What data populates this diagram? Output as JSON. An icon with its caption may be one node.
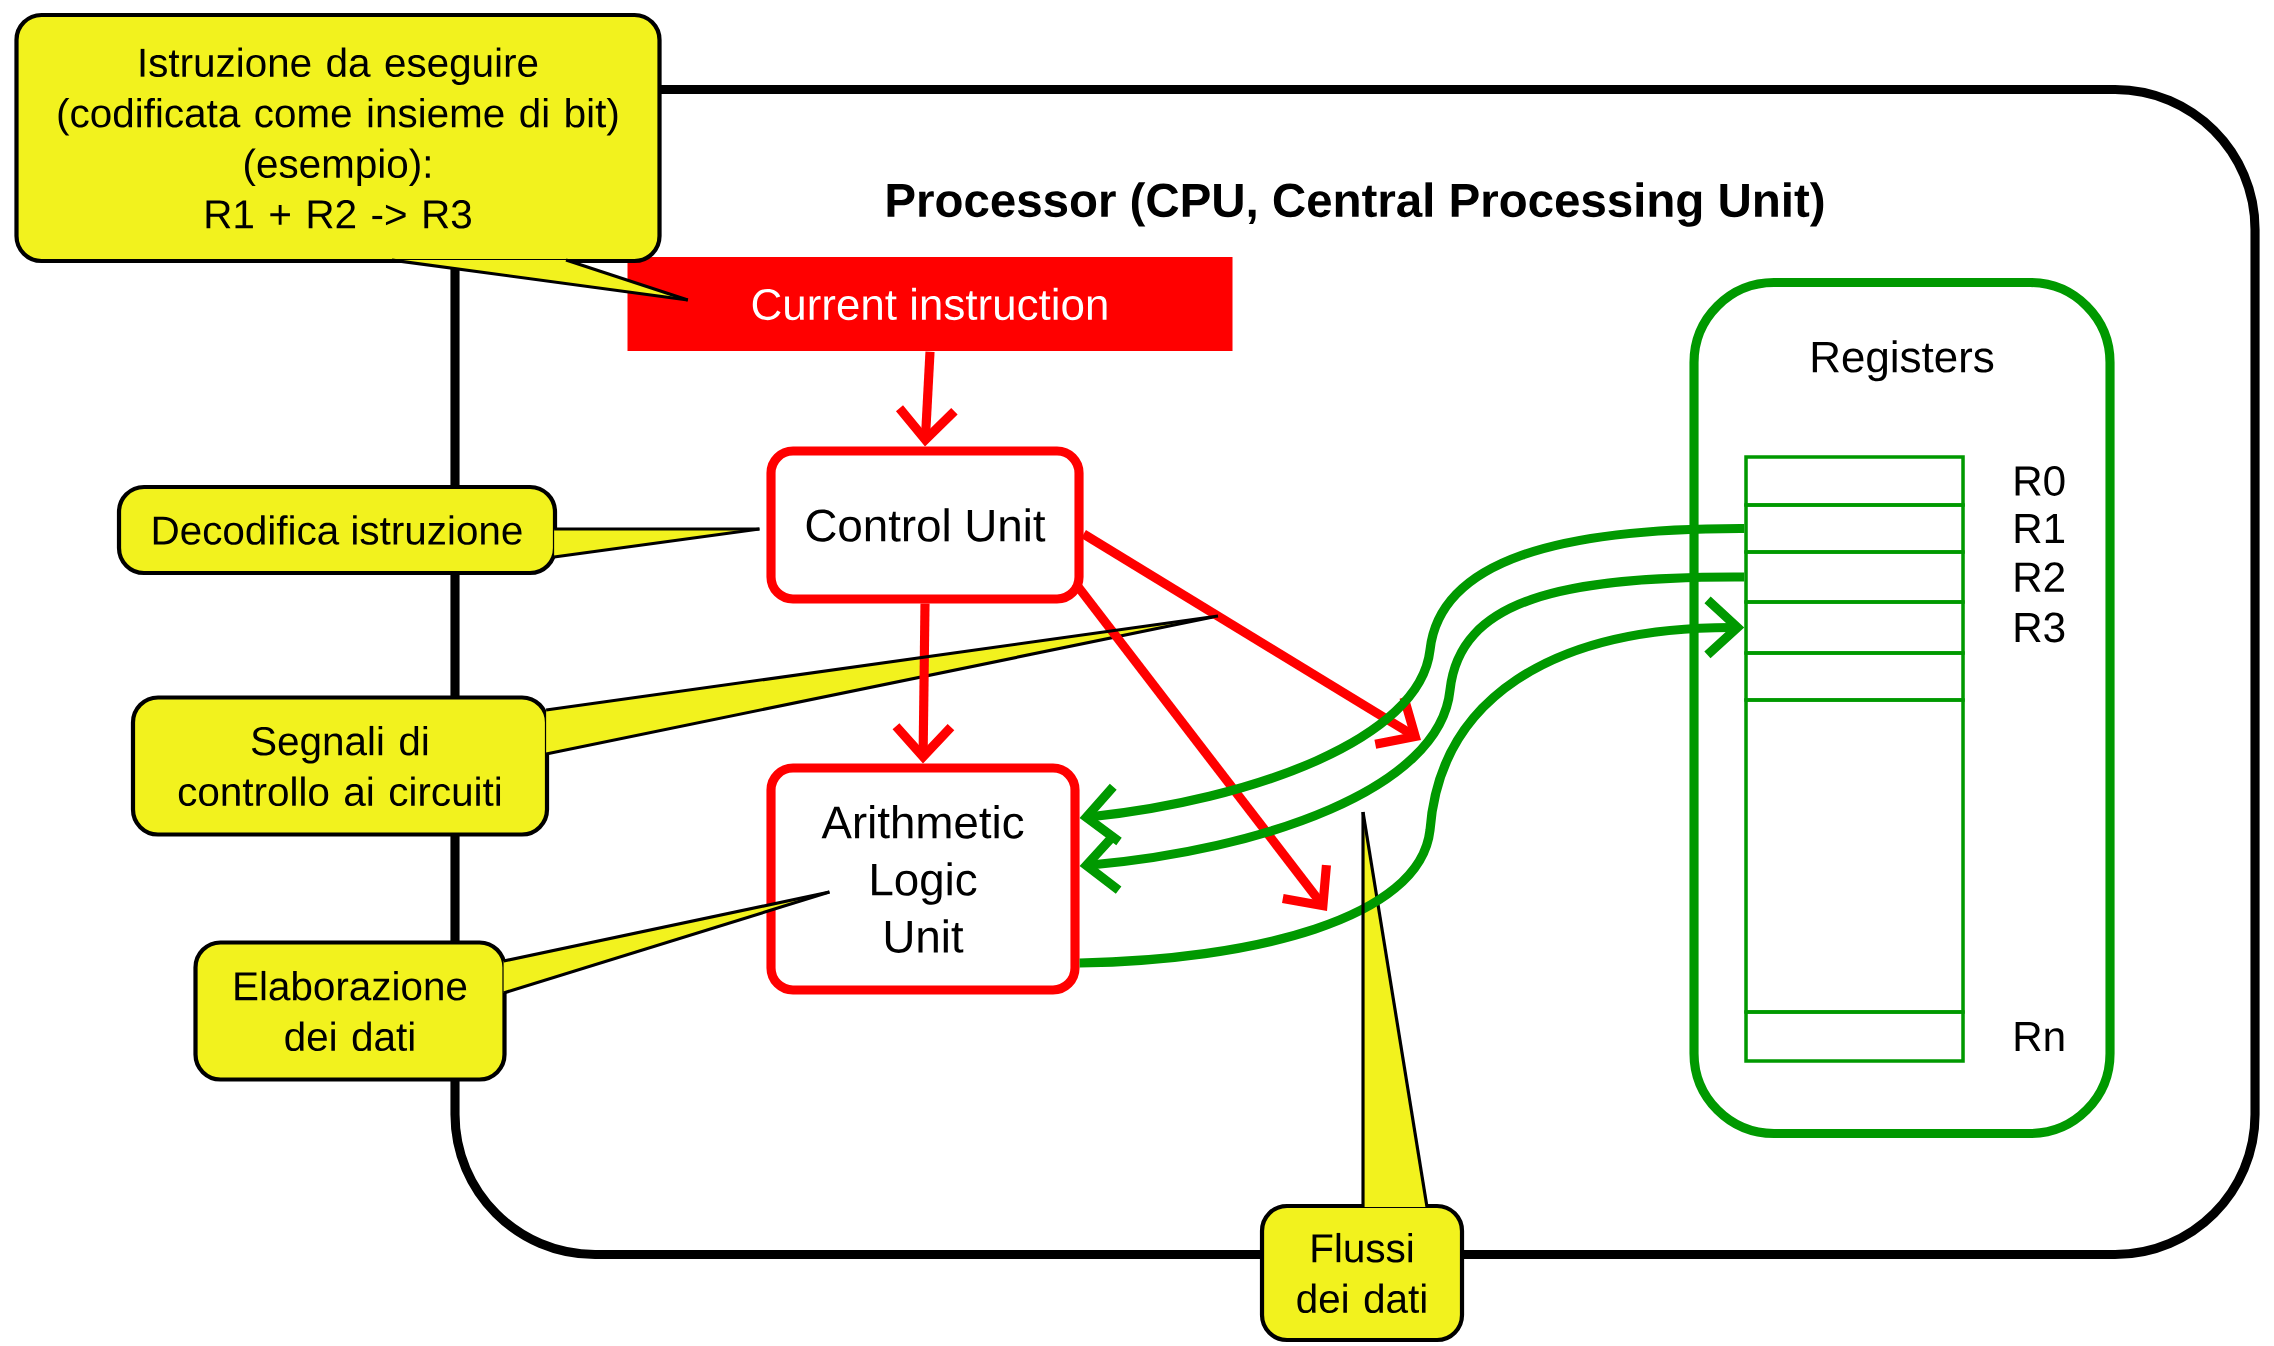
{
  "diagram": {
    "title": "Processor (CPU, Central Processing Unit)",
    "nodes": [
      {
        "text": [
          "Istruzione da eseguire (codificata come insieme di bit)",
          "(esempio):",
          "R1 + R2 -> R3"
        ]
      },
      {
        "text": [],
        "shape": "box"
      },
      {
        "text": [
          "Current instruction"
        ],
        "in": 1
      },
      {
        "text": [
          "Control Unit"
        ],
        "in": 1
      },
      {
        "text": [
          "Arithmetic Logic Unit"
        ],
        "in": 1
      },
      {
        "text": [
          "Registers"
        ],
        "in": 1
      },
      {
        "text": [],
        "shape": "box",
        "in": 5,
        "beside": [
          "R0"
        ]
      },
      {
        "text": [],
        "shape": "box",
        "in": 5,
        "beside": [
          "R1"
        ]
      },
      {
        "text": [],
        "shape": "box",
        "in": 5,
        "beside": [
          "R2"
        ]
      },
      {
        "text": [],
        "shape": "box",
        "in": 5,
        "beside": [
          "R3"
        ]
      },
      {
        "text": [],
        "shape": "box",
        "in": 5
      },
      {
        "text": [],
        "shape": "box",
        "in": 5
      },
      {
        "text": [],
        "shape": "box",
        "in": 5,
        "beside": [
          "Rn"
        ]
      },
      {
        "text": [
          "Decodifica istruzione"
        ]
      },
      {
        "text": [
          "Segnali di controllo ai circuiti"
        ]
      },
      {
        "text": [
          "Elaborazione dei dati"
        ]
      },
      {
        "text": [
          "Flussi dei dati"
        ]
      }
    ],
    "edges": [
      {
        "from": 2,
        "to": 3,
        "arrow": "to",
        "color": "#ff0000"
      },
      {
        "from": 3,
        "to": 4,
        "arrow": "to",
        "color": "#ff0000"
      },
      {
        "from": 3,
        "to": null,
        "arrow": "to",
        "color": "#ff0000"
      },
      {
        "from": 3,
        "to": null,
        "arrow": "to",
        "color": "#ff0000"
      },
      {
        "from": 7,
        "to": 4,
        "arrow": "to",
        "color": "#009900"
      },
      {
        "from": 8,
        "to": 4,
        "arrow": "to",
        "color": "#009900"
      },
      {
        "from": 4,
        "to": 9,
        "arrow": "to",
        "color": "#009900"
      },
      {
        "from": 0,
        "to": 2,
        "arrow": "none"
      },
      {
        "from": 13,
        "to": 3,
        "arrow": "none"
      },
      {
        "from": 14,
        "to": null,
        "arrow": "none"
      },
      {
        "from": 15,
        "to": 4,
        "arrow": "none"
      },
      {
        "from": 16,
        "to": null,
        "arrow": "none"
      }
    ]
  }
}
